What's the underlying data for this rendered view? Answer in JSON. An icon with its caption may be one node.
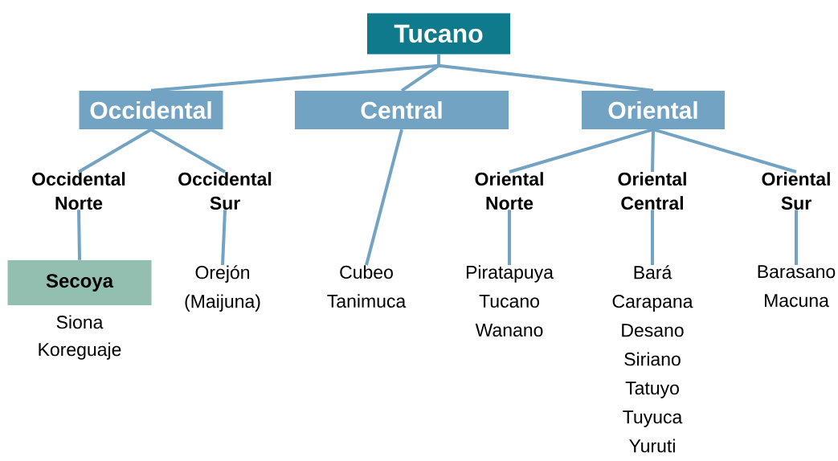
{
  "diagram": {
    "nodes": [
      {
        "text": [
          "Tucano"
        ]
      },
      {
        "text": [
          "Occidental"
        ]
      },
      {
        "text": [
          "Central"
        ]
      },
      {
        "text": [
          "Oriental"
        ]
      },
      {
        "text": [
          "Occidental Norte"
        ]
      },
      {
        "text": [
          "Occidental Sur"
        ]
      },
      {
        "text": [
          "Oriental Norte"
        ]
      },
      {
        "text": [
          "Oriental Central"
        ]
      },
      {
        "text": [
          "Oriental Sur"
        ]
      },
      {
        "text": [
          "Secoya"
        ],
        "beside": [
          "Siona",
          "Koreguaje"
        ]
      },
      {
        "text": [
          "Orejón (Maijuna)"
        ]
      },
      {
        "text": [
          "Cubeo",
          "Tanimuca"
        ]
      },
      {
        "text": [
          "Piratapuya",
          "Tucano",
          "Wanano"
        ]
      },
      {
        "text": [
          "Bará",
          "Carapana",
          "Desano",
          "Siriano",
          "Tatuyo",
          "Tuyuca",
          "Yuruti"
        ]
      },
      {
        "text": [
          "Barasano",
          "Macuna"
        ]
      }
    ],
    "edges": [
      {
        "from": 0,
        "to": 1,
        "arrow": "none"
      },
      {
        "from": 0,
        "to": 2,
        "arrow": "none"
      },
      {
        "from": 0,
        "to": 3,
        "arrow": "none"
      },
      {
        "from": 1,
        "to": 4,
        "arrow": "none"
      },
      {
        "from": 1,
        "to": 5,
        "arrow": "none"
      },
      {
        "from": 2,
        "to": 11,
        "arrow": "none"
      },
      {
        "from": 3,
        "to": 6,
        "arrow": "none"
      },
      {
        "from": 3,
        "to": 7,
        "arrow": "none"
      },
      {
        "from": 3,
        "to": 8,
        "arrow": "none"
      },
      {
        "from": 4,
        "to": 9,
        "arrow": "none"
      },
      {
        "from": 5,
        "to": 10,
        "arrow": "none"
      },
      {
        "from": 6,
        "to": 12,
        "arrow": "none"
      },
      {
        "from": 7,
        "to": 13,
        "arrow": "none"
      },
      {
        "from": 8,
        "to": 14,
        "arrow": "none"
      }
    ]
  }
}
